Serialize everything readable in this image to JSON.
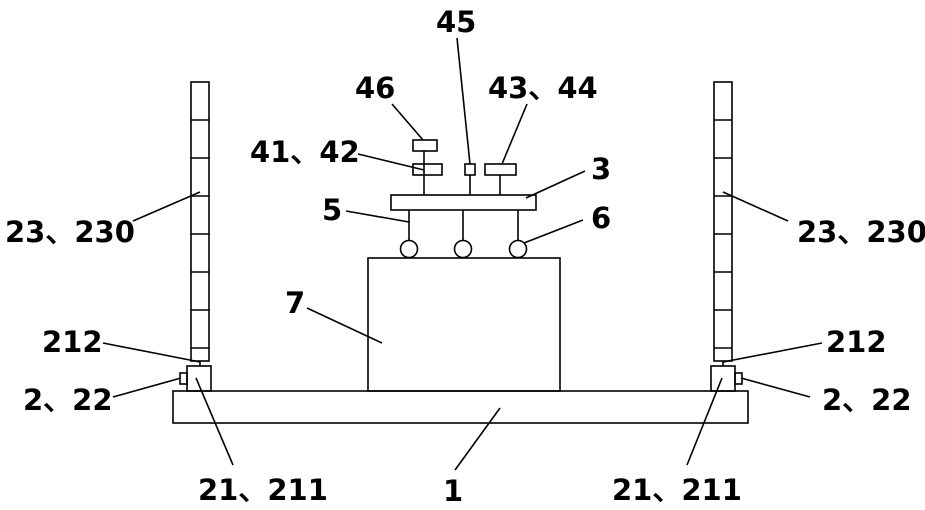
{
  "labels": {
    "l45": "45",
    "l46": "46",
    "l43_44": "43、44",
    "l41_42": "41、42",
    "l3": "3",
    "l5": "5",
    "l6": "6",
    "l23_230_left": "23、230",
    "l23_230_right": "23、230",
    "l7": "7",
    "l212_left": "212",
    "l212_right": "212",
    "l2_22_left": "2、22",
    "l2_22_right": "2、22",
    "l21_211_left": "21、211",
    "l21_211_right": "21、211",
    "l1": "1"
  }
}
